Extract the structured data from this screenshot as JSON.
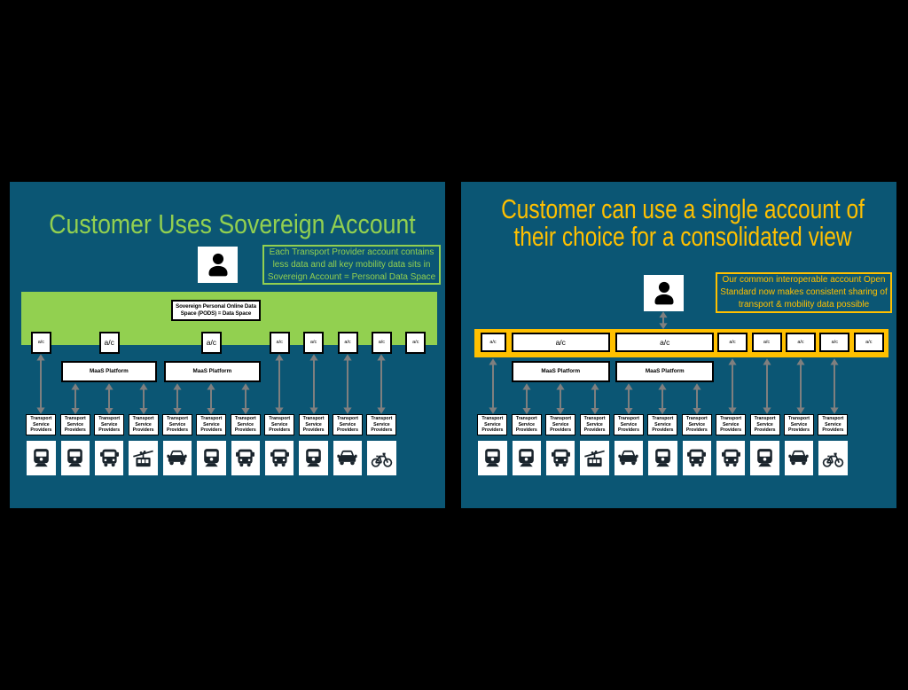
{
  "colors": {
    "background": "#000000",
    "panel": "#0B5674",
    "green": "#92D050",
    "gold": "#FFC000",
    "arrow": "#7F7F7F",
    "ink": "#1A242C",
    "box-border": "#000000",
    "box-fill": "#FFFFFF"
  },
  "left": {
    "title": "Customer Uses Sovereign Account",
    "annotation_lines": [
      "Each Transport Provider account contains",
      "less data and all key mobility data sits in",
      "Sovereign Account = Personal Data Space"
    ],
    "pods_lines": [
      "Sovereign Personal Online Data",
      "Space (PODS) = Data Space"
    ],
    "account_label": "a/c",
    "maas_label": "MaaS Platform",
    "tsp_label": "Transport Service Providers",
    "transport_modes": [
      "tram",
      "tram",
      "bus",
      "cablecar",
      "car",
      "tram",
      "bus",
      "bus",
      "tram",
      "car",
      "bike"
    ]
  },
  "right": {
    "title_lines": [
      "Customer can use a single account of",
      "their choice for a consolidated view"
    ],
    "annotation_lines": [
      "Our common interoperable account Open",
      "Standard now makes consistent sharing of",
      "transport & mobility data possible"
    ],
    "account_label": "a/c",
    "maas_label": "MaaS Platform",
    "tsp_label": "Transport Service Providers",
    "transport_modes": [
      "tram",
      "tram",
      "bus",
      "cablecar",
      "car",
      "tram",
      "bus",
      "bus",
      "tram",
      "car",
      "bike"
    ]
  }
}
